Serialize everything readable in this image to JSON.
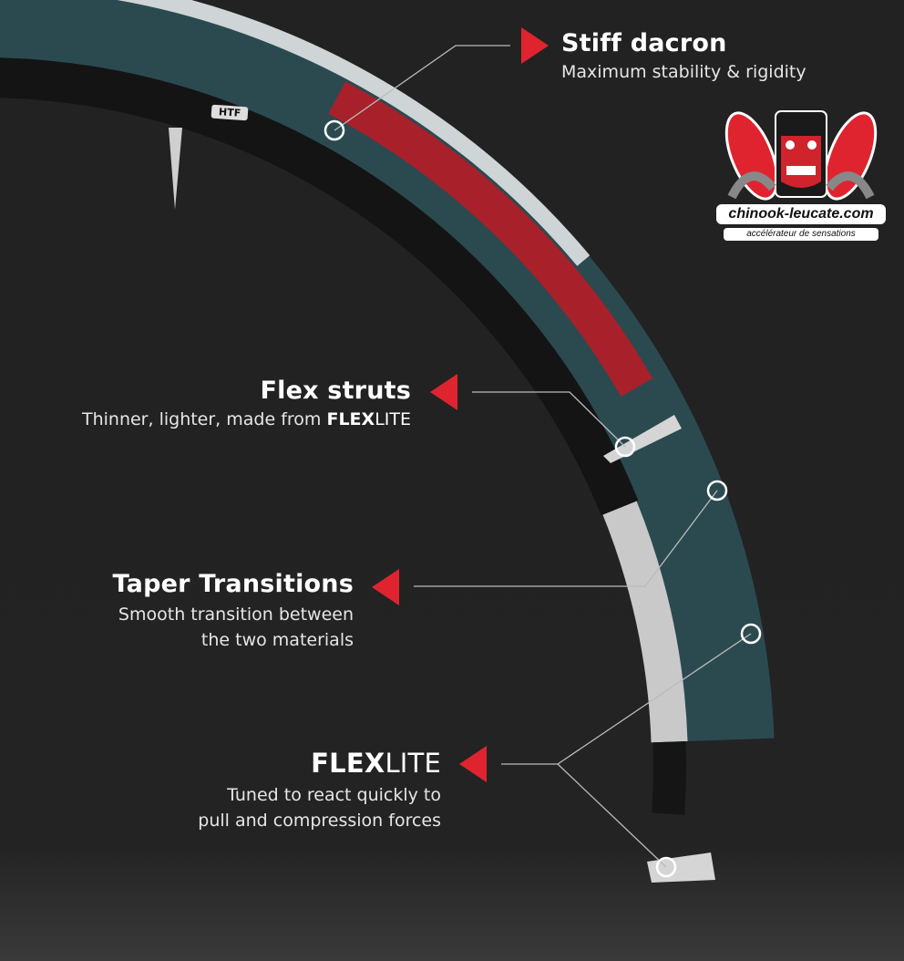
{
  "callouts": {
    "stiff_dacron": {
      "title": "Stiff dacron",
      "subtitle": "Maximum stability & rigidity"
    },
    "flex_struts": {
      "title": "Flex struts",
      "subtitle_prefix": "Thinner, lighter, made from ",
      "subtitle_bold": "FLEX",
      "subtitle_suffix": "LITE"
    },
    "taper_transitions": {
      "title": "Taper Transitions",
      "subtitle_line1": "Smooth transition between",
      "subtitle_line2": "the two materials"
    },
    "flexlite": {
      "title_bold": "FLEX",
      "title_thin": "LITE",
      "subtitle_line1": "Tuned to react quickly to",
      "subtitle_line2": "pull and compression forces"
    }
  },
  "logo": {
    "name": "chinook-leucate.com",
    "tagline": "accélérateur de sensations"
  },
  "kite": {
    "badge": "HTF"
  },
  "colors": {
    "accent": "#e0242f",
    "canopy": "#2b4a50",
    "tube": "#141414",
    "background": "#232323"
  }
}
